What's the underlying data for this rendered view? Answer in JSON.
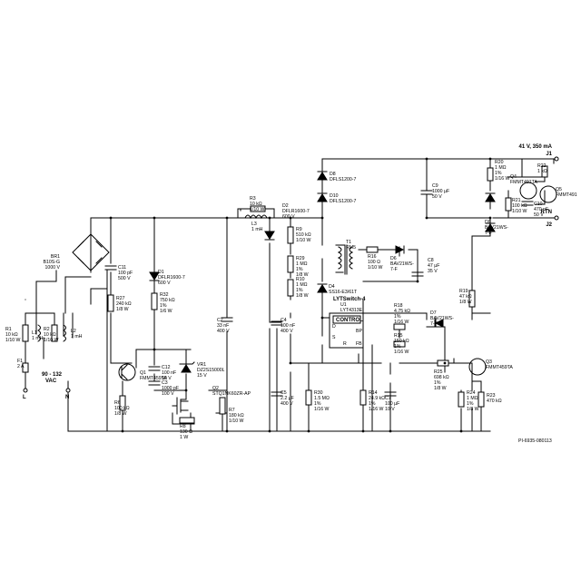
{
  "schematic": {
    "output_label": "41 V, 350 mA",
    "j1": "J1",
    "rtn": "RTN",
    "j2": "J2",
    "input_label": "90 - 132",
    "input_unit": "VAC",
    "terminal_l": "L",
    "terminal_n": "N",
    "figure_id": "PI-6935-080113",
    "controller_label": "LYTSwitch-4",
    "controller_block": "CONTROL",
    "pins": [
      "D",
      "S",
      "R",
      "FB",
      "BP"
    ],
    "components": [
      {
        "ref": "BR1",
        "lines": [
          "BR1",
          "B10S-G",
          "1000 V"
        ]
      },
      {
        "ref": "R1",
        "lines": [
          "R1",
          "10 kΩ",
          "1/10 W"
        ]
      },
      {
        "ref": "L1",
        "lines": [
          "L1",
          "1 mH"
        ]
      },
      {
        "ref": "R2",
        "lines": [
          "R2",
          "10 kΩ",
          "1/10 W"
        ]
      },
      {
        "ref": "L2",
        "lines": [
          "L2",
          "1 mH"
        ]
      },
      {
        "ref": "F1",
        "lines": [
          "F1",
          "2 A"
        ]
      },
      {
        "ref": "C11",
        "lines": [
          "C11",
          "100 pF",
          "500 V"
        ]
      },
      {
        "ref": "R27",
        "lines": [
          "R27",
          "240 kΩ",
          "1/8 W"
        ]
      },
      {
        "ref": "Q1",
        "lines": [
          "Q1",
          "FMMT459TA"
        ]
      },
      {
        "ref": "R6",
        "lines": [
          "R6",
          "100 kΩ",
          "1/8 W"
        ]
      },
      {
        "ref": "D1",
        "lines": [
          "D1",
          "DFLR1600-7",
          "600 V"
        ]
      },
      {
        "ref": "R32",
        "lines": [
          "R32",
          "750 kΩ",
          "1%",
          "1/6 W"
        ]
      },
      {
        "ref": "C12",
        "lines": [
          "C12",
          "100 nF",
          "50 V"
        ]
      },
      {
        "ref": "C3",
        "lines": [
          "C3",
          "1000 pF",
          "100 V"
        ]
      },
      {
        "ref": "VR1",
        "lines": [
          "VR1",
          "DZ2S15000L",
          "15 V"
        ]
      },
      {
        "ref": "R8",
        "lines": [
          "R8",
          "130 Ω",
          "1 W"
        ]
      },
      {
        "ref": "Q2",
        "lines": [
          "Q2",
          "STQ1NK60ZR-AP"
        ]
      },
      {
        "ref": "R7",
        "lines": [
          "R7",
          "180 kΩ",
          "1/10 W"
        ]
      },
      {
        "ref": "R3",
        "lines": [
          "R3",
          "10 kΩ",
          "1/10 W"
        ]
      },
      {
        "ref": "L3",
        "lines": [
          "L3",
          "1 mH"
        ]
      },
      {
        "ref": "C2",
        "lines": [
          "C2",
          "33 nF",
          "400 V"
        ]
      },
      {
        "ref": "D2",
        "lines": [
          "D2",
          "DFLR1600-7",
          "600 V"
        ]
      },
      {
        "ref": "C4",
        "lines": [
          "C4",
          "100 nF",
          "400 V"
        ]
      },
      {
        "ref": "C5",
        "lines": [
          "C5",
          "2.2 µF",
          "400 V"
        ]
      },
      {
        "ref": "R9",
        "lines": [
          "R9",
          "510 kΩ",
          "1/10 W"
        ]
      },
      {
        "ref": "R29",
        "lines": [
          "R29",
          "1 MΩ",
          "1%",
          "1/8 W"
        ]
      },
      {
        "ref": "R10",
        "lines": [
          "R10",
          "1 MΩ",
          "1%",
          "1/8 W"
        ]
      },
      {
        "ref": "D4",
        "lines": [
          "D4",
          "SS16-E3/61T"
        ]
      },
      {
        "ref": "D8",
        "lines": [
          "D8",
          "DFLS1200-7"
        ]
      },
      {
        "ref": "D10",
        "lines": [
          "D10",
          "DFLS1200-7"
        ]
      },
      {
        "ref": "T1",
        "lines": [
          "T1",
          "RM5"
        ]
      },
      {
        "ref": "R16",
        "lines": [
          "R16",
          "100 Ω",
          "1/10 W"
        ]
      },
      {
        "ref": "D6",
        "lines": [
          "D6",
          "BAV21WS-",
          "7-F"
        ]
      },
      {
        "ref": "C8",
        "lines": [
          "C8",
          "47 µF",
          "35 V"
        ]
      },
      {
        "ref": "C9",
        "lines": [
          "C9",
          "1000 µF",
          "50 V"
        ]
      },
      {
        "ref": "U1",
        "lines": [
          "U1",
          "LYT4313E"
        ]
      },
      {
        "ref": "R18",
        "lines": [
          "R18",
          "4.75 kΩ",
          "1%",
          "1/16 W"
        ]
      },
      {
        "ref": "D7",
        "lines": [
          "D7",
          "BAV21WS-",
          "7-F"
        ]
      },
      {
        "ref": "R15",
        "lines": [
          "R15",
          "150 kΩ",
          "1%",
          "1/16 W"
        ]
      },
      {
        "ref": "R30",
        "lines": [
          "R30",
          "1.5 MΩ",
          "1%",
          "1/16 W"
        ]
      },
      {
        "ref": "R14",
        "lines": [
          "R14",
          "24.9 kΩ",
          "1%",
          "1/16 W"
        ]
      },
      {
        "ref": "C7",
        "lines": [
          "C7",
          "100 µF",
          "10 V"
        ]
      },
      {
        "ref": "R25",
        "lines": [
          "R25",
          "698 kΩ",
          "1%",
          "1/8 W"
        ]
      },
      {
        "ref": "R24",
        "lines": [
          "R24",
          "1 MΩ",
          "1%",
          "1/8 W"
        ]
      },
      {
        "ref": "R23",
        "lines": [
          "R23",
          "470 kΩ"
        ]
      },
      {
        "ref": "Q3",
        "lines": [
          "Q3",
          "FMMT459TA"
        ]
      },
      {
        "ref": "R19",
        "lines": [
          "R19",
          "47 kΩ",
          "1/8 W"
        ]
      },
      {
        "ref": "R20",
        "lines": [
          "R20",
          "1 MΩ",
          "1%",
          "1/16 W"
        ]
      },
      {
        "ref": "R22",
        "lines": [
          "R22",
          "1 kΩ"
        ]
      },
      {
        "ref": "Q4",
        "lines": [
          "Q4",
          "FMMT491TA"
        ]
      },
      {
        "ref": "Q5",
        "lines": [
          "Q5",
          "FMMT491"
        ]
      },
      {
        "ref": "R21",
        "lines": [
          "R21",
          "100 kΩ",
          "1/10 W"
        ]
      },
      {
        "ref": "C10",
        "lines": [
          "C10",
          "470 nF",
          "50 V"
        ]
      },
      {
        "ref": "D9",
        "lines": [
          "D9",
          "BAV21WS-",
          "7-F"
        ]
      }
    ]
  }
}
